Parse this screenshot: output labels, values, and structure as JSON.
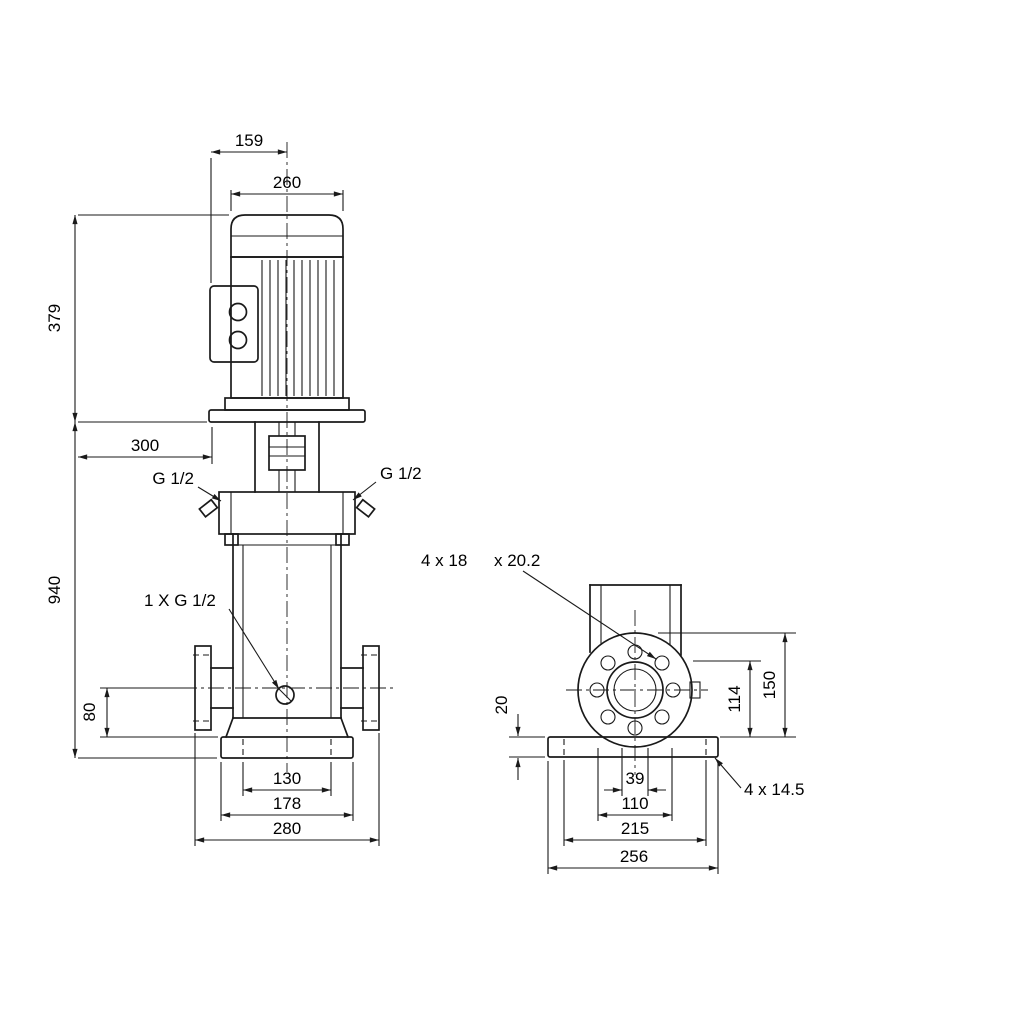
{
  "colors": {
    "line": "#1a1a1a",
    "background": "#ffffff"
  },
  "front_view": {
    "dim_159": "159",
    "dim_260": "260",
    "dim_379": "379",
    "dim_940": "940",
    "dim_300": "300",
    "dim_80": "80",
    "dim_130": "130",
    "dim_178": "178",
    "dim_280": "280",
    "port_left": "G 1/2",
    "port_right": "G 1/2",
    "drain": "1 X G 1/2"
  },
  "side_view": {
    "holes_a": "4 x 18",
    "holes_b": "x 20.2",
    "dim_20": "20",
    "dim_114": "114",
    "dim_150": "150",
    "dim_39": "39",
    "dim_110": "110",
    "dim_215": "215",
    "dim_256": "256",
    "base_holes": "4 x 14.5"
  }
}
